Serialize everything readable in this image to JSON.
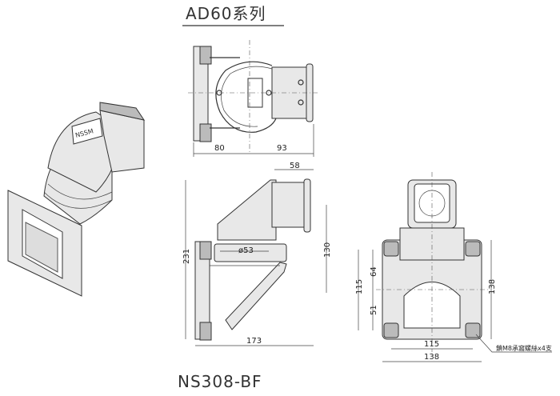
{
  "title": "AD60系列",
  "model": "NS308-BF",
  "top_view": {
    "dim_left": "80",
    "dim_right": "93"
  },
  "side_view": {
    "dim_top": "58",
    "dim_height": "231",
    "dim_right": "130",
    "dim_diameter": "ø53",
    "dim_width": "173"
  },
  "front_view": {
    "dim_115_left": "115",
    "dim_64": "64",
    "dim_51": "51",
    "dim_138_right": "138",
    "dim_115_bottom": "115",
    "dim_138_bottom": "138",
    "note": "鎖M8承窩螺絲x4支"
  },
  "logo_text": "NSSM"
}
